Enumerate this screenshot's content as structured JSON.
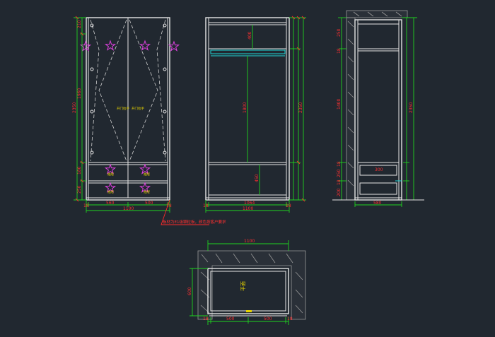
{
  "drawing": {
    "front_view": {
      "overall_height": "2350",
      "section_heights": [
        "210",
        "1960",
        "180",
        "250"
      ],
      "bottom_dims": [
        "18",
        "560",
        "500",
        "18"
      ],
      "overall_width": "1100",
      "door_labels": [
        "开门拉手",
        "开门拉手"
      ],
      "drawer_labels": [
        "抽屉",
        "抽屉",
        "抽屉",
        "抽屉"
      ],
      "note": "板材为E1级颗粒板，颜色按客户要求"
    },
    "interior_view": {
      "upper_dim": "400",
      "middle_dim": "1800",
      "lower_dim": "450",
      "overall_height": "2350",
      "bottom_dims": [
        "18",
        "1064",
        "18"
      ],
      "overall_width": "1100"
    },
    "side_view": {
      "dims_left": [
        "250",
        "18",
        "1400",
        "18",
        "250",
        "18",
        "200"
      ],
      "overall_height": "2350",
      "drawer_dim": "300",
      "bottom_dim": "580"
    },
    "plan_view": {
      "top_width": "1100",
      "depth": "600",
      "label": "平面",
      "bottom_dims": [
        "18",
        "500",
        "500",
        "18"
      ]
    }
  }
}
